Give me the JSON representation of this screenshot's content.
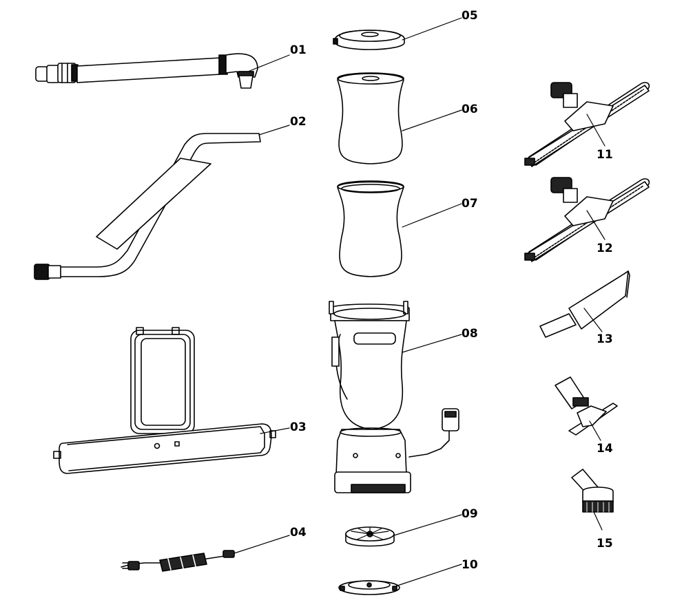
{
  "diagram": {
    "parts": [
      {
        "id": "p01",
        "label": "01"
      },
      {
        "id": "p02",
        "label": "02"
      },
      {
        "id": "p03",
        "label": "03"
      },
      {
        "id": "p04",
        "label": "04"
      },
      {
        "id": "p05",
        "label": "05"
      },
      {
        "id": "p06",
        "label": "06"
      },
      {
        "id": "p07",
        "label": "07"
      },
      {
        "id": "p08",
        "label": "08"
      },
      {
        "id": "p09",
        "label": "09"
      },
      {
        "id": "p10",
        "label": "10"
      },
      {
        "id": "p11",
        "label": "11"
      },
      {
        "id": "p12",
        "label": "12"
      },
      {
        "id": "p13",
        "label": "13"
      },
      {
        "id": "p14",
        "label": "14"
      },
      {
        "id": "p15",
        "label": "15"
      }
    ]
  }
}
